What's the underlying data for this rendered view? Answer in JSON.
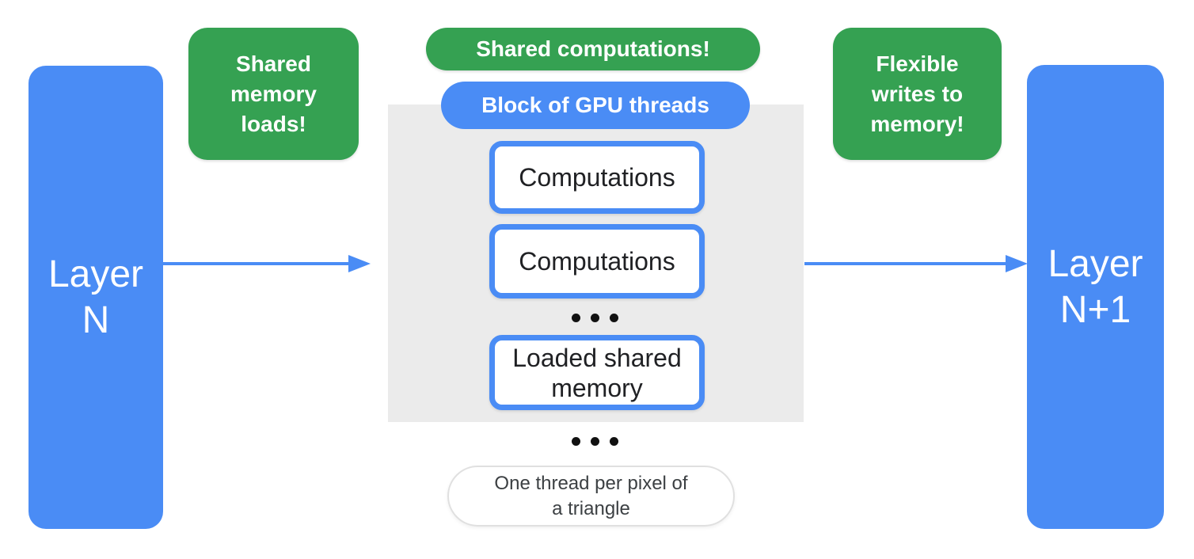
{
  "colors": {
    "blue": "#4A8CF5",
    "green": "#35A152",
    "panel_gray": "#EBEBEB",
    "dark_text": "#202124",
    "note_text": "#3C4043",
    "white": "#FFFFFF"
  },
  "layer_left": {
    "label": "Layer N"
  },
  "layer_right": {
    "label": "Layer N+1"
  },
  "callouts": {
    "shared_memory_loads": "Shared memory loads!",
    "shared_computations": "Shared computations!",
    "flexible_writes": "Flexible writes to memory!"
  },
  "gpu_block": {
    "label": "Block of GPU threads",
    "items": [
      {
        "label": "Computations"
      },
      {
        "label": "Computations"
      },
      {
        "label": "Loaded shared memory"
      }
    ]
  },
  "note": "One thread per pixel of a triangle"
}
